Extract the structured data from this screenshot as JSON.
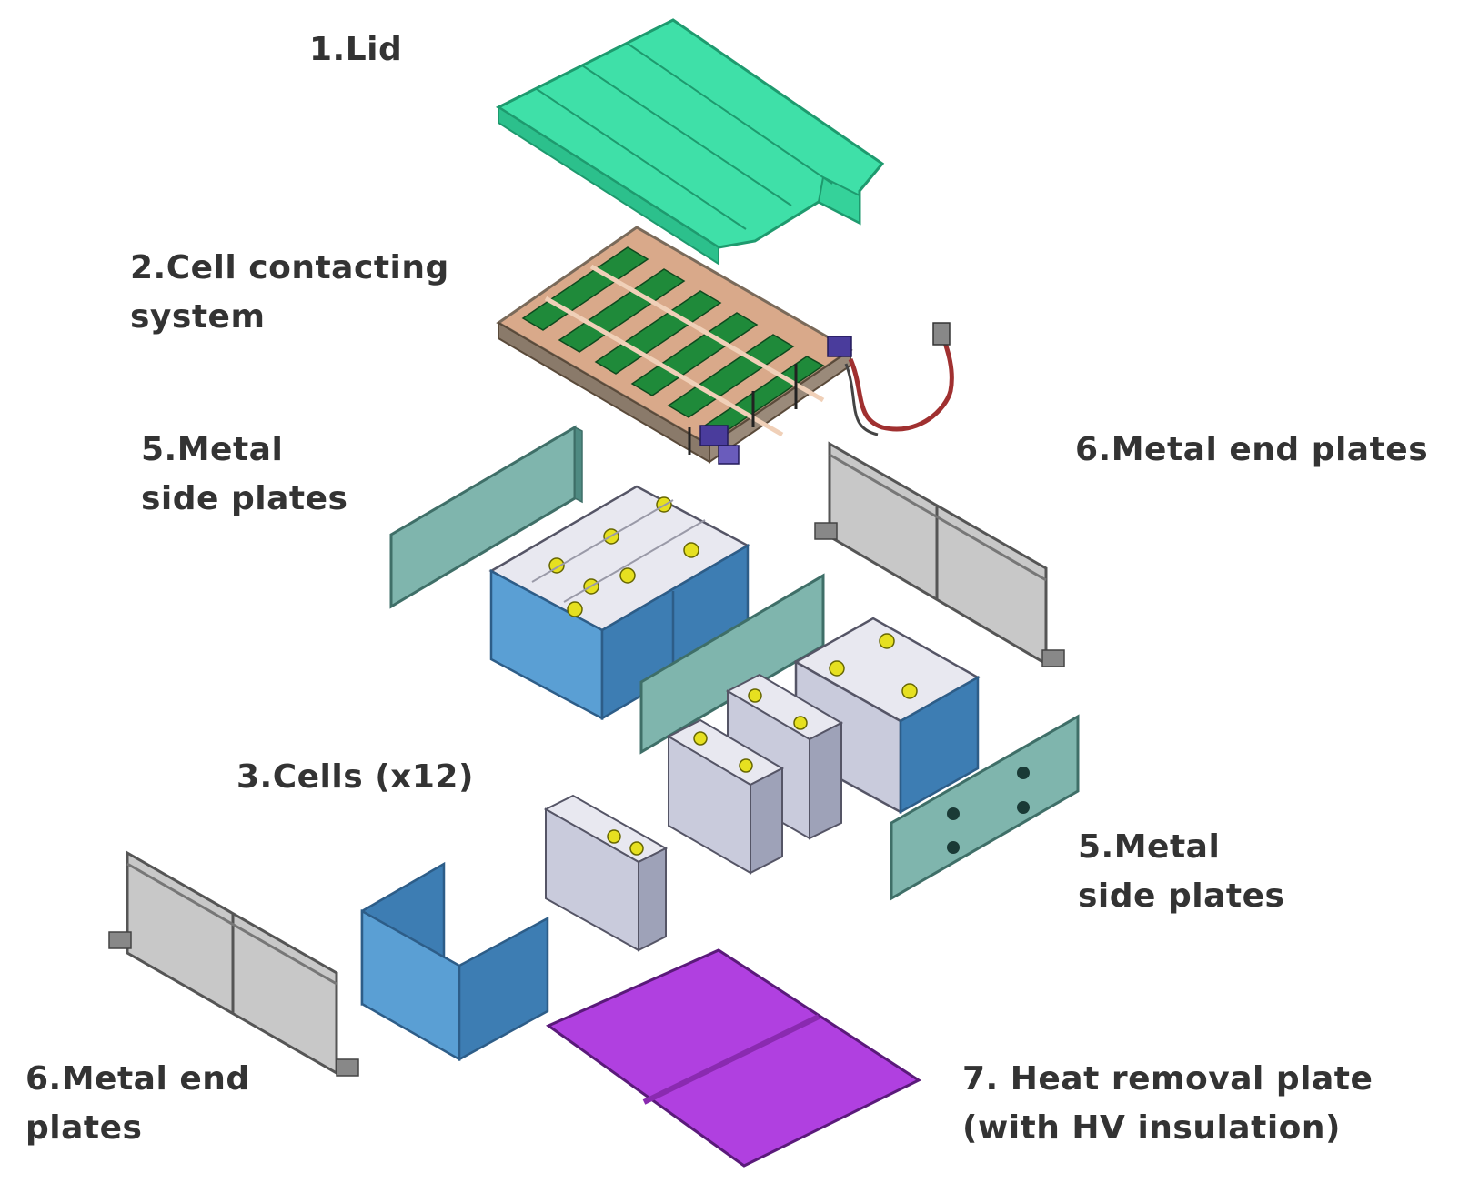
{
  "labels": {
    "lid": [
      "1.Lid"
    ],
    "cell_contacting": [
      "2.Cell contacting",
      "system"
    ],
    "side_plates_top": [
      "5.Metal",
      "side plates"
    ],
    "end_plates_right": [
      "6.Metal end plates"
    ],
    "cells": [
      "3.Cells (x12)"
    ],
    "side_plates_right": [
      "5.Metal",
      "side plates"
    ],
    "end_plates_left": [
      "6.Metal end",
      "plates"
    ],
    "heat_plate": [
      "7. Heat removal plate",
      "(with HV insulation)"
    ]
  },
  "colors": {
    "lid": "#3fe0a8",
    "lid_edge": "#1e9a6e",
    "pcb_green": "#1f8a3a",
    "busbar": "#d9a98a",
    "frame": "#7a6a5a",
    "cable": "#a03030",
    "connector": "#4a3c9c",
    "side_plate": "#7fb5ad",
    "side_plate_edge": "#3f6f68",
    "end_plate": "#c8c8c8",
    "end_plate_edge": "#555555",
    "cell_top": "#e8e8f0",
    "cell_front": "#c9cbdc",
    "cell_side": "#9ea2b8",
    "terminal": "#e6e020",
    "module_blue": "#5a9fd4",
    "module_blue_dark": "#3d7db3",
    "heat_plate": "#b040e0",
    "heat_plate_edge": "#5a1a7a",
    "label_text": "#333333"
  }
}
